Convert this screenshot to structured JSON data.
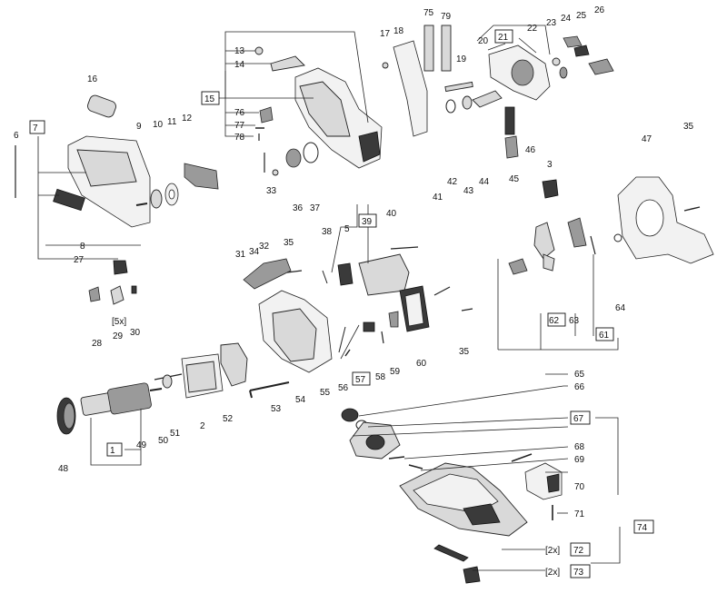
{
  "diagram": {
    "labels": {
      "p1": "1",
      "p2": "2",
      "p3": "3",
      "p5": "5",
      "p6": "6",
      "p7": "7",
      "p8": "8",
      "p9": "9",
      "p10": "10",
      "p11": "11",
      "p12": "12",
      "p13": "13",
      "p14": "14",
      "p15": "15",
      "p16": "16",
      "p17": "17",
      "p18": "18",
      "p19": "19",
      "p20": "20",
      "p21": "21",
      "p22": "22",
      "p23": "23",
      "p24": "24",
      "p25": "25",
      "p26": "26",
      "p27": "27",
      "p28": "28",
      "p29": "29",
      "p30": "30",
      "p31": "31",
      "p32": "32",
      "p33": "33",
      "p34": "34",
      "p35a": "35",
      "p35b": "35",
      "p35c": "35",
      "p36": "36",
      "p37": "37",
      "p38": "38",
      "p39": "39",
      "p40": "40",
      "p41": "41",
      "p42": "42",
      "p43": "43",
      "p44": "44",
      "p45": "45",
      "p46": "46",
      "p47": "47",
      "p48": "48",
      "p49": "49",
      "p50": "50",
      "p51": "51",
      "p52": "52",
      "p53": "53",
      "p54": "54",
      "p55": "55",
      "p56": "56",
      "p57": "57",
      "p58": "58",
      "p59": "59",
      "p60": "60",
      "p61": "61",
      "p62": "62",
      "p63": "63",
      "p64": "64",
      "p65": "65",
      "p66": "66",
      "p67": "67",
      "p68": "68",
      "p69": "69",
      "p70": "70",
      "p71": "71",
      "p72": "72",
      "p73": "73",
      "p74": "74",
      "p75": "75",
      "p76": "76",
      "p77": "77",
      "p78": "78",
      "p79": "79"
    },
    "quantity_notes": {
      "q29": "[5x]",
      "q72": "[2x]",
      "q73": "[2x]"
    }
  }
}
